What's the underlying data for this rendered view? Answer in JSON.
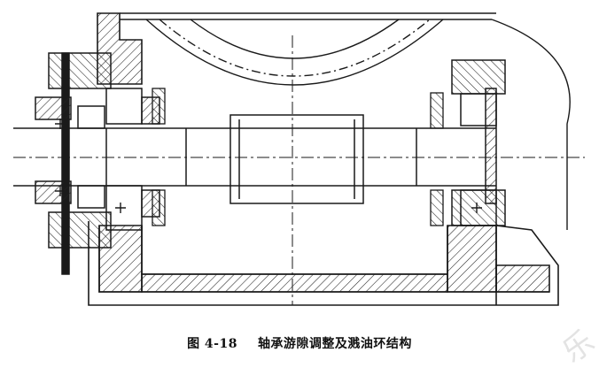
{
  "figure": {
    "number": "图 4-18",
    "title": "轴承游隙调整及溅油环结构"
  },
  "colors": {
    "line": "#1a1a1a",
    "hatch": "#222222",
    "background": "#ffffff",
    "watermark": "#d8d8d8"
  },
  "watermark_glyph": "乐"
}
